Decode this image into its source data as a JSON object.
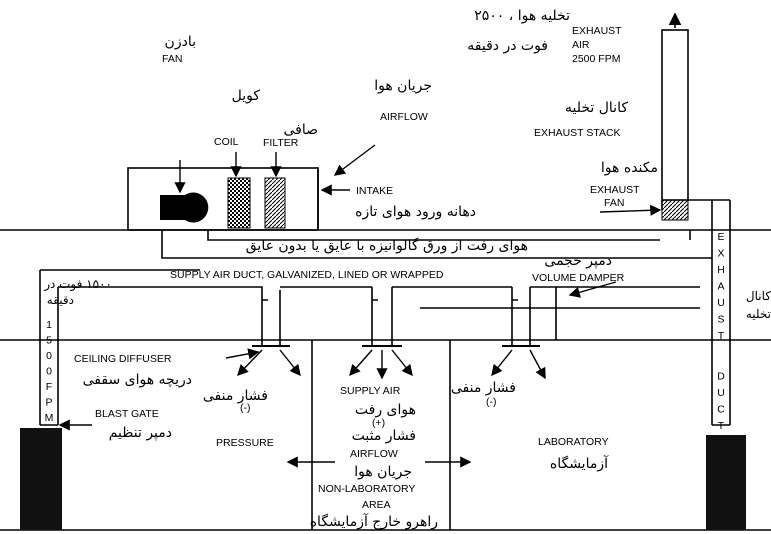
{
  "labels_en": {
    "fan": "FAN",
    "coil": "COIL",
    "filter": "FILTER",
    "airflow_top": "AIRFLOW",
    "intake": "INTAKE",
    "exhaust_air_1": "EXHAUST",
    "exhaust_air_2": "AIR",
    "exhaust_air_3": "2500 FPM",
    "exhaust_stack": "EXHAUST STACK",
    "exhaust_fan_1": "EXHAUST",
    "exhaust_fan_2": "FAN",
    "supply_duct": "SUPPLY AIR DUCT, GALVANIZED, LINED OR WRAPPED",
    "volume_damper": "VOLUME DAMPER",
    "ceiling_diffuser": "CEILING DIFFUSER",
    "blast_gate": "BLAST GATE",
    "supply_air": "SUPPLY AIR",
    "pressure": "PRESSURE",
    "pressure_minus": "(-)",
    "pressure_plus": "(+)",
    "airflow_bottom": "AIRFLOW",
    "non_lab_1": "NON-LABORATORY",
    "non_lab_2": "AREA",
    "laboratory": "LABORATORY",
    "duct_fpm": [
      "1",
      "5",
      "0",
      "0",
      "F",
      "P",
      "M"
    ],
    "exhaust_duct_vertical": [
      "E",
      "X",
      "H",
      "A",
      "U",
      "S",
      "T",
      "D",
      "U",
      "C",
      "T"
    ]
  },
  "labels_fa": {
    "fan": "بادزن",
    "coil": "کویل",
    "filter": "صافی",
    "airflow_top": "جریان هوا",
    "exhaust_air_1": "تخلیه هوا ، ۲۵۰۰",
    "exhaust_air_2": "فوت در دقیقه",
    "exhaust_stack": "کانال تخلیه",
    "exhaust_fan": "مکنده هوا",
    "intake": "دهانه ورود هوای تازه",
    "supply_duct": "هوای رفت از ورق گالوانیزه با عایق یا بدون عایق",
    "volume_damper": "دمپر حجمی",
    "duct_fpm_1": "۱۵۰۰ فوت در",
    "duct_fpm_2": "دقیقه",
    "side_exhaust_1": "کانال",
    "side_exhaust_2": "تخلیه",
    "ceiling_diffuser": "دریچه هوای سقفی",
    "blast_gate": "دمپر تنظیم",
    "pressure_negative": "فشار منفی",
    "supply_air": "هوای رفت",
    "pressure_positive": "فشار مثبت",
    "airflow_bottom": "جریان هوا",
    "laboratory": "آزمایشگاه",
    "non_lab": "راهرو خارج آزمایشگاه"
  }
}
